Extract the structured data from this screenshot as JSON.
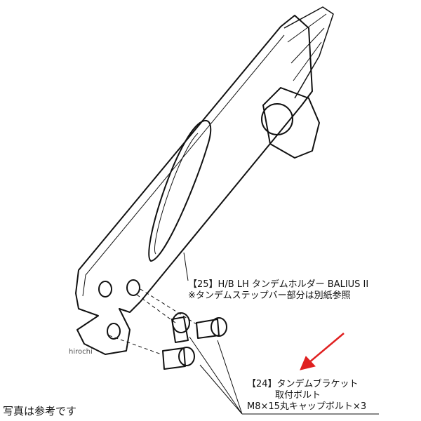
{
  "part_25": {
    "line1": "【25】H/B LH タンデムホルダー BALIUS II",
    "line2": "※タンデムステップバー部分は別紙参照"
  },
  "part_24": {
    "line1": "【24】タンデムブラケット",
    "line2": "取付ボルト",
    "line3": "M8×15丸キャップボルト×3"
  },
  "note": "写真は参考です",
  "watermark": "hirochi",
  "colors": {
    "arrow": "#e02020",
    "line": "#111111"
  }
}
